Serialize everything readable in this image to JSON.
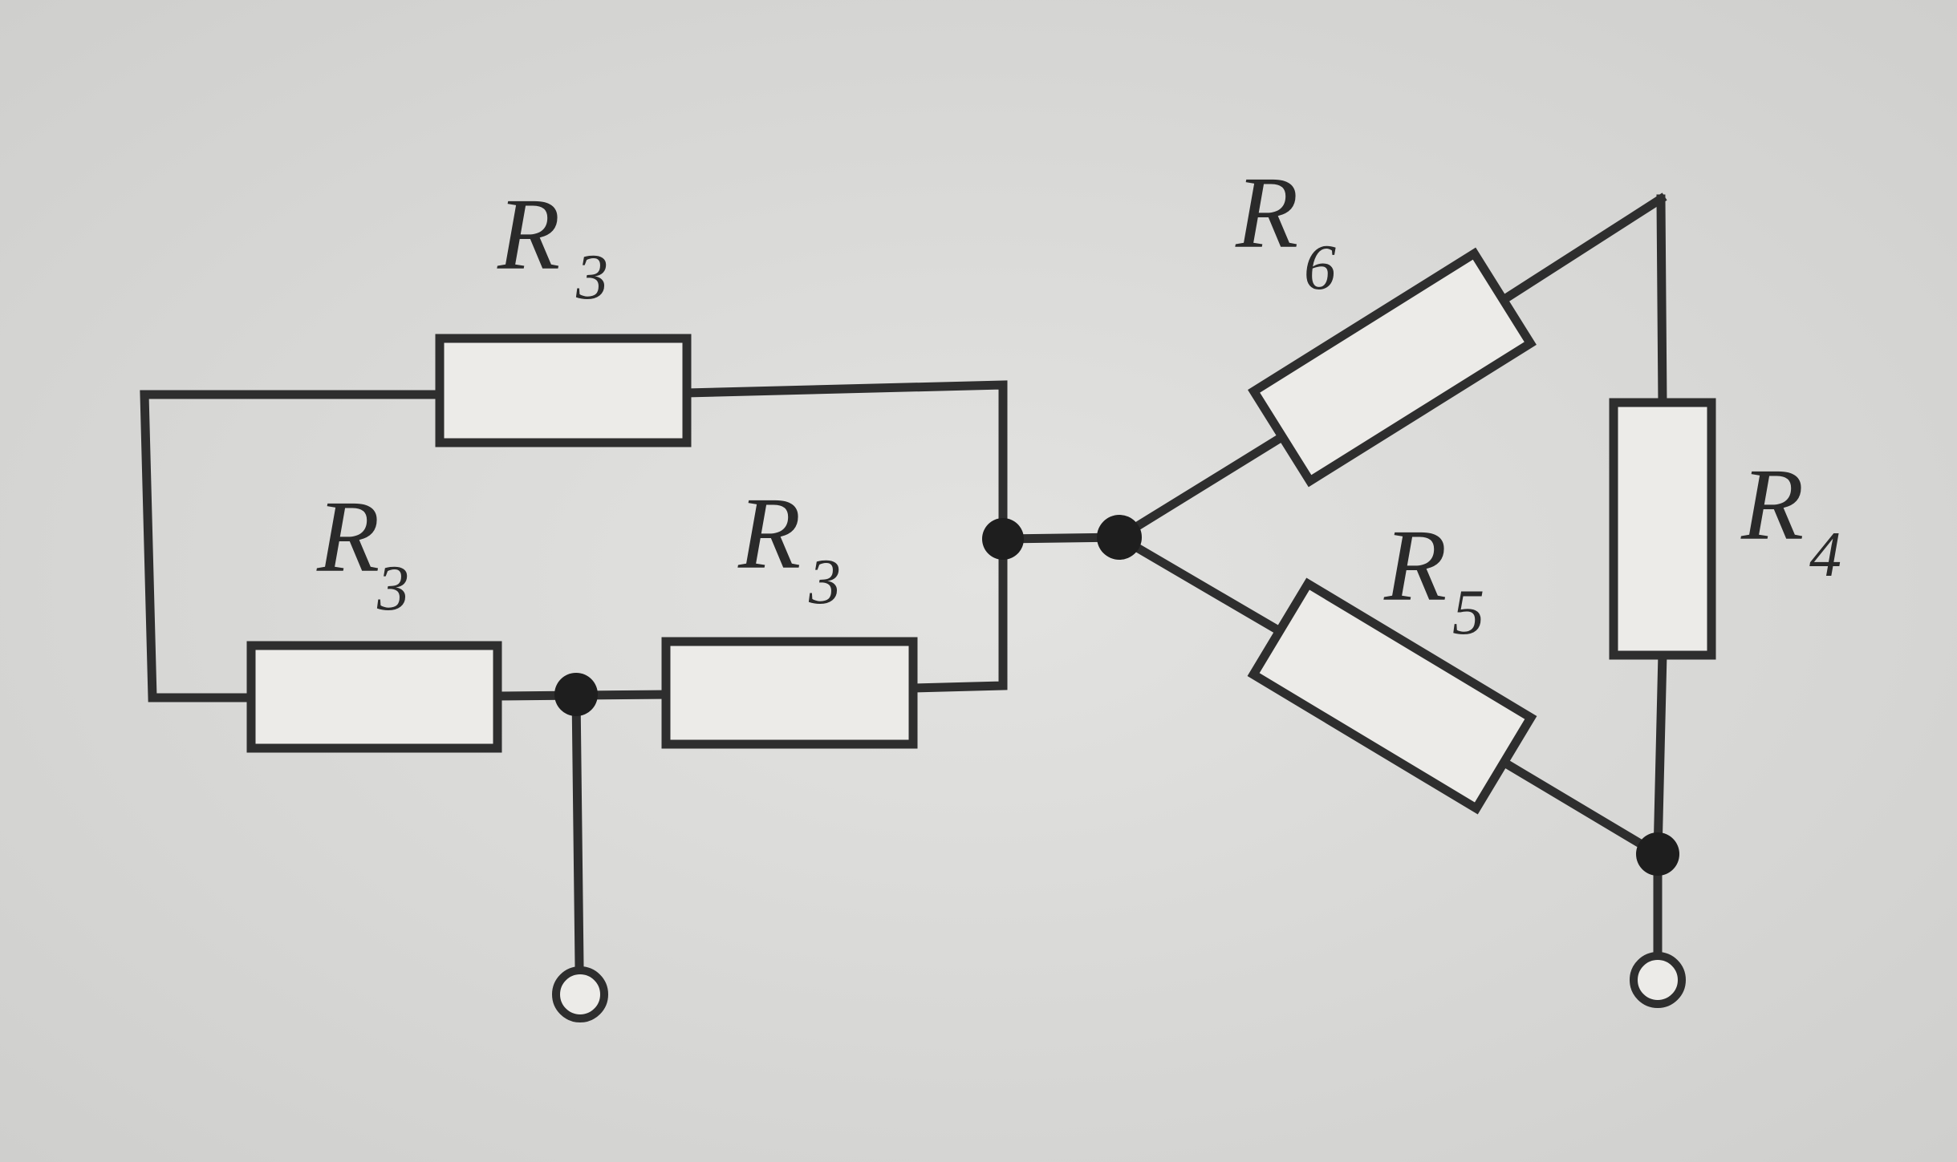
{
  "diagram": {
    "type": "circuit",
    "resistors": [
      {
        "id": "r-top",
        "letter": "R",
        "index": "3"
      },
      {
        "id": "r-bottom-left",
        "letter": "R",
        "index": "3"
      },
      {
        "id": "r-bottom-mid",
        "letter": "R",
        "index": "3"
      },
      {
        "id": "r6",
        "letter": "R",
        "index": "6"
      },
      {
        "id": "r5",
        "letter": "R",
        "index": "5"
      },
      {
        "id": "r4",
        "letter": "R",
        "index": "4"
      }
    ],
    "colors": {
      "wire": "#2e2e2e",
      "background": "#d8d8d6",
      "resistor_fill": "#ecebe8"
    }
  }
}
